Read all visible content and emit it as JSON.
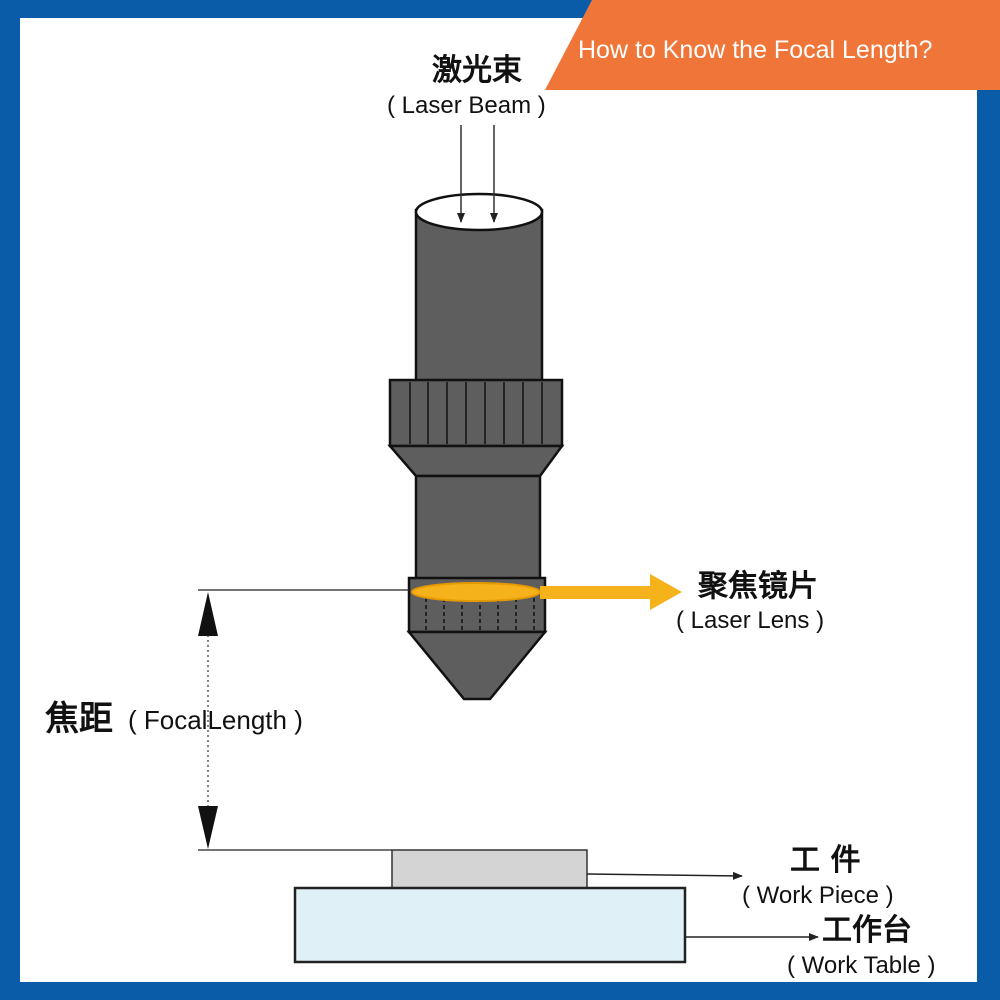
{
  "banner": {
    "text": "How to Know the Focal Length?",
    "color": "#ef7538"
  },
  "frame_color": "#0b5ca8",
  "labels": {
    "laser_beam_zh": "激光束",
    "laser_beam_en": "( Laser Beam )",
    "laser_lens_zh": "聚焦镜片",
    "laser_lens_en": "( Laser Lens )",
    "focal_length_zh": "焦距",
    "focal_length_en": "( FocalLength )",
    "work_piece_zh": "工 件",
    "work_piece_en": "( Work Piece )",
    "work_table_zh": "工作台",
    "work_table_en": "( Work Table )"
  },
  "colors": {
    "nozzle": "#5e5e5e",
    "lens": "#f6b21a",
    "work_piece": "#d4d4d4",
    "work_table": "#dff0f6"
  }
}
